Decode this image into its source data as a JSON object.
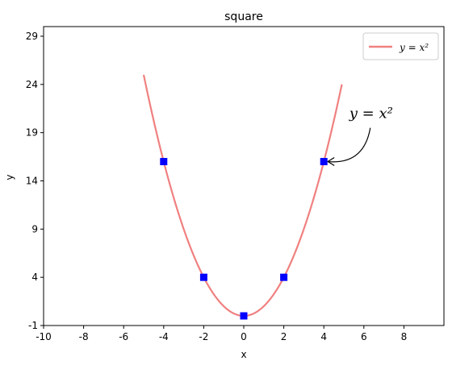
{
  "chart_data": {
    "type": "line",
    "title": "square",
    "xlabel": "x",
    "ylabel": "y",
    "xlim": [
      -10,
      10
    ],
    "ylim": [
      -1,
      30
    ],
    "xticks": [
      -10,
      -8,
      -6,
      -4,
      -2,
      0,
      2,
      4,
      6,
      8
    ],
    "yticks": [
      -1,
      4,
      9,
      14,
      19,
      24,
      29
    ],
    "grid": false,
    "legend": {
      "placement": "top-right",
      "entries": [
        "y = x²"
      ]
    },
    "series": [
      {
        "name": "y = x²",
        "kind": "line",
        "color": "#f08080",
        "x_range": [
          -5,
          4.9
        ],
        "function": "y = x^2"
      },
      {
        "kind": "markers",
        "marker": "square",
        "color": "#0000ff",
        "x": [
          -4,
          -2,
          0,
          2,
          4
        ],
        "y": [
          16,
          4,
          0,
          4,
          16
        ]
      }
    ],
    "annotations": [
      {
        "text": "y = x²",
        "x": 4,
        "y": 16,
        "text_x": 6.2,
        "text_y": 20
      }
    ]
  }
}
